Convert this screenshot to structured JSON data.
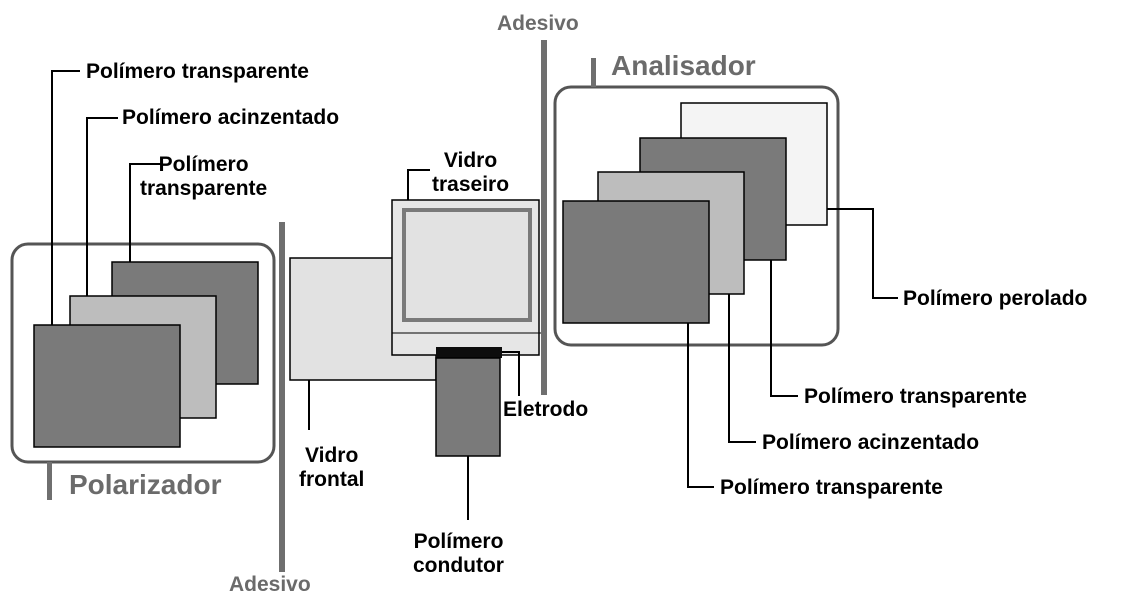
{
  "colors": {
    "dark": "#7a7a7a",
    "mid": "#bdbdbd",
    "light": "#e2e2e2",
    "pearl": "#f4f4f4",
    "electrode": "#0d0d0d",
    "frame_line": "#555555",
    "adhesive_line": "#6f6f6f"
  },
  "labels": {
    "adesivo_top": "Adesivo",
    "adesivo_bottom": "Adesivo",
    "polarizador": "Polarizador",
    "analisador": "Analisador",
    "left_transparente_1": "Polímero transparente",
    "left_acinzentado": "Polímero acinzentado",
    "left_transparente_2_line1": "Polímero",
    "left_transparente_2_line2": "transparente",
    "vidro_traseiro_line1": "Vidro",
    "vidro_traseiro_line2": "traseiro",
    "vidro_frontal_line1": "Vidro",
    "vidro_frontal_line2": "frontal",
    "eletrodo": "Eletrodo",
    "condutor_line1": "Polímero",
    "condutor_line2": "condutor",
    "right_perolado": "Polímero perolado",
    "right_transparente_1": "Polímero transparente",
    "right_acinzentado": "Polímero acinzentado",
    "right_transparente_2": "Polímero transparente"
  }
}
